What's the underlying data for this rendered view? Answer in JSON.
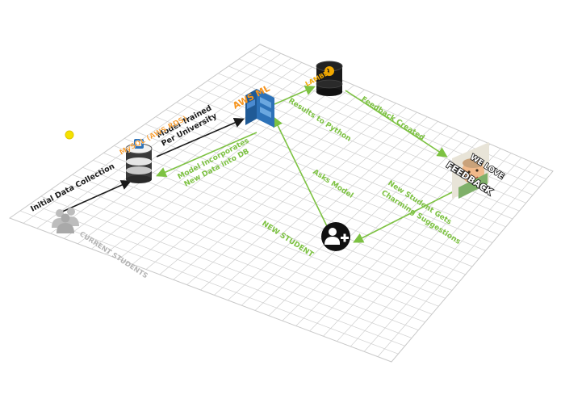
{
  "nodes": {
    "current_students": {
      "label": "CURRENT STUDENTS",
      "icon": "people-group-icon"
    },
    "database": {
      "label": "MySQL (AWS RDS)",
      "icon": "database-icon"
    },
    "aws_ml": {
      "label": "AWS ML",
      "icon": "aws-ml-icon"
    },
    "lambda": {
      "label": "LAMBDA",
      "icon": "lambda-icon"
    },
    "feedback": {
      "label_top": "WE LOVE",
      "label_bottom": "FEEDBACK",
      "icon": "feedback-meme-icon"
    },
    "new_student": {
      "label": "NEW STUDENT",
      "icon": "add-user-icon"
    }
  },
  "edges": {
    "initial_data": "Initial Data Collection",
    "model_trained_1": "Model Trained",
    "model_trained_2": "Per University",
    "incorporates_1": "Model Incorporates",
    "incorporates_2": "New Data into DB",
    "results": "Results to Python",
    "feedback_created": "Feedback Created",
    "asks_model": "Asks Model",
    "suggestions_1": "New Student Gets",
    "suggestions_2": "Charming Suggestions"
  },
  "colors": {
    "grid": "#cfcfcf",
    "accent_green": "#7dc242",
    "aws_blue": "#2d72b8",
    "aws_orange": "#f7941d",
    "dark": "#1a1a1a",
    "lambda_gold": "#f2a900",
    "marker_yellow": "#f5e200"
  }
}
